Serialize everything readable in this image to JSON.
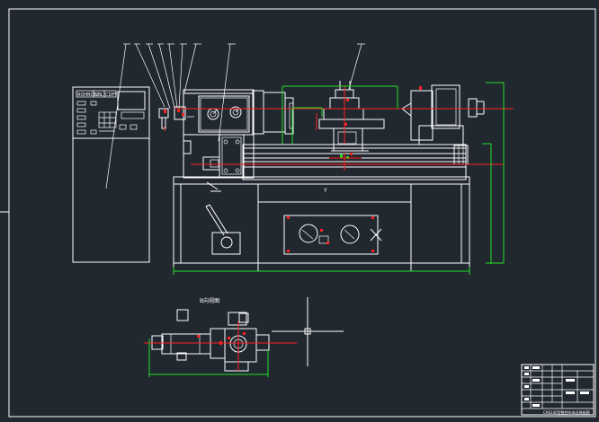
{
  "colors": {
    "background": "#212830",
    "outline": "#ffffff",
    "centerline": "#ff2020",
    "dimension": "#22e022"
  },
  "labels": {
    "panel_btn_1": "ROHROCH",
    "panel_btn_2": "SCL",
    "panel_btn_3": "CDPY",
    "view_title": "B向视图",
    "callout_mark": "Y"
  },
  "title_block": {
    "bottom_text": "CA6140型数控车床总装配图"
  },
  "icons": [
    "crosshair-icon",
    "gauge-dial-icon",
    "cross-mark-icon"
  ]
}
